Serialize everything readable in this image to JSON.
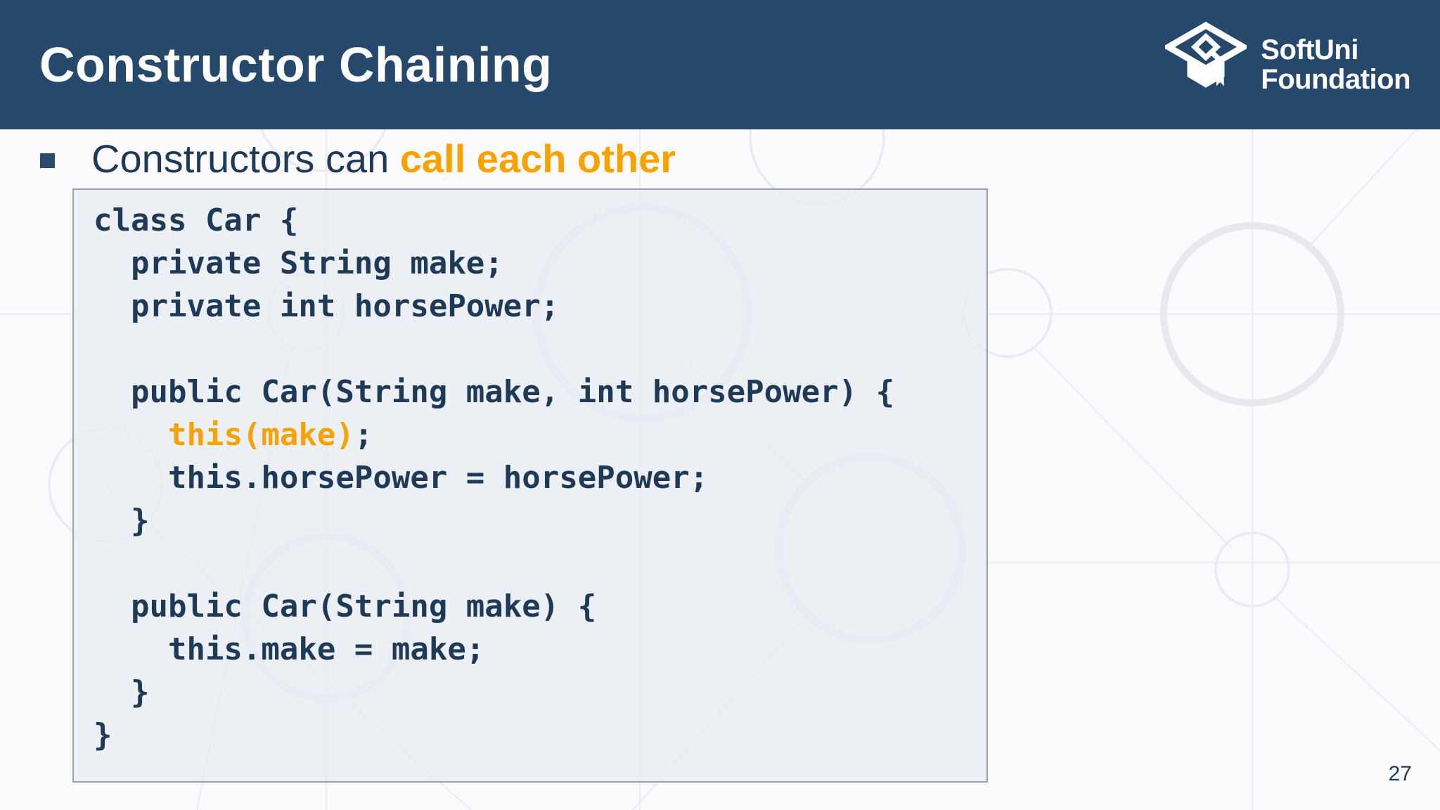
{
  "header": {
    "title": "Constructor Chaining",
    "logo_line1": "SoftUni",
    "logo_line2": "Foundation",
    "logo_icon": "graduation-cap-icon"
  },
  "bullet": {
    "normal": "Constructors can ",
    "highlight": "call each other"
  },
  "code": {
    "language": "java",
    "lines": [
      [
        {
          "t": "class Car {",
          "c": "d"
        }
      ],
      [
        {
          "t": "  private String make;",
          "c": "d"
        }
      ],
      [
        {
          "t": "  private int horsePower;",
          "c": "d"
        }
      ],
      [],
      [
        {
          "t": "  public Car(String make, int horsePower) {",
          "c": "d"
        }
      ],
      [
        {
          "t": "    ",
          "c": "d"
        },
        {
          "t": "this(make)",
          "c": "a"
        },
        {
          "t": ";",
          "c": "d"
        }
      ],
      [
        {
          "t": "    this.horsePower = horsePower;",
          "c": "d"
        }
      ],
      [
        {
          "t": "  }",
          "c": "d"
        }
      ],
      [],
      [
        {
          "t": "  public Car(String make) {",
          "c": "d"
        }
      ],
      [
        {
          "t": "    this.make = make;",
          "c": "d"
        }
      ],
      [
        {
          "t": "  }",
          "c": "d"
        }
      ],
      [
        {
          "t": "}",
          "c": "d"
        }
      ]
    ]
  },
  "page_number": "27",
  "colors": {
    "header_bg": "#26486B",
    "text_blue": "#1F3A57",
    "accent_orange": "#F8A201",
    "code_box_bg": "rgba(233,236,242,0.86)",
    "code_box_border": "#98A1B4"
  }
}
